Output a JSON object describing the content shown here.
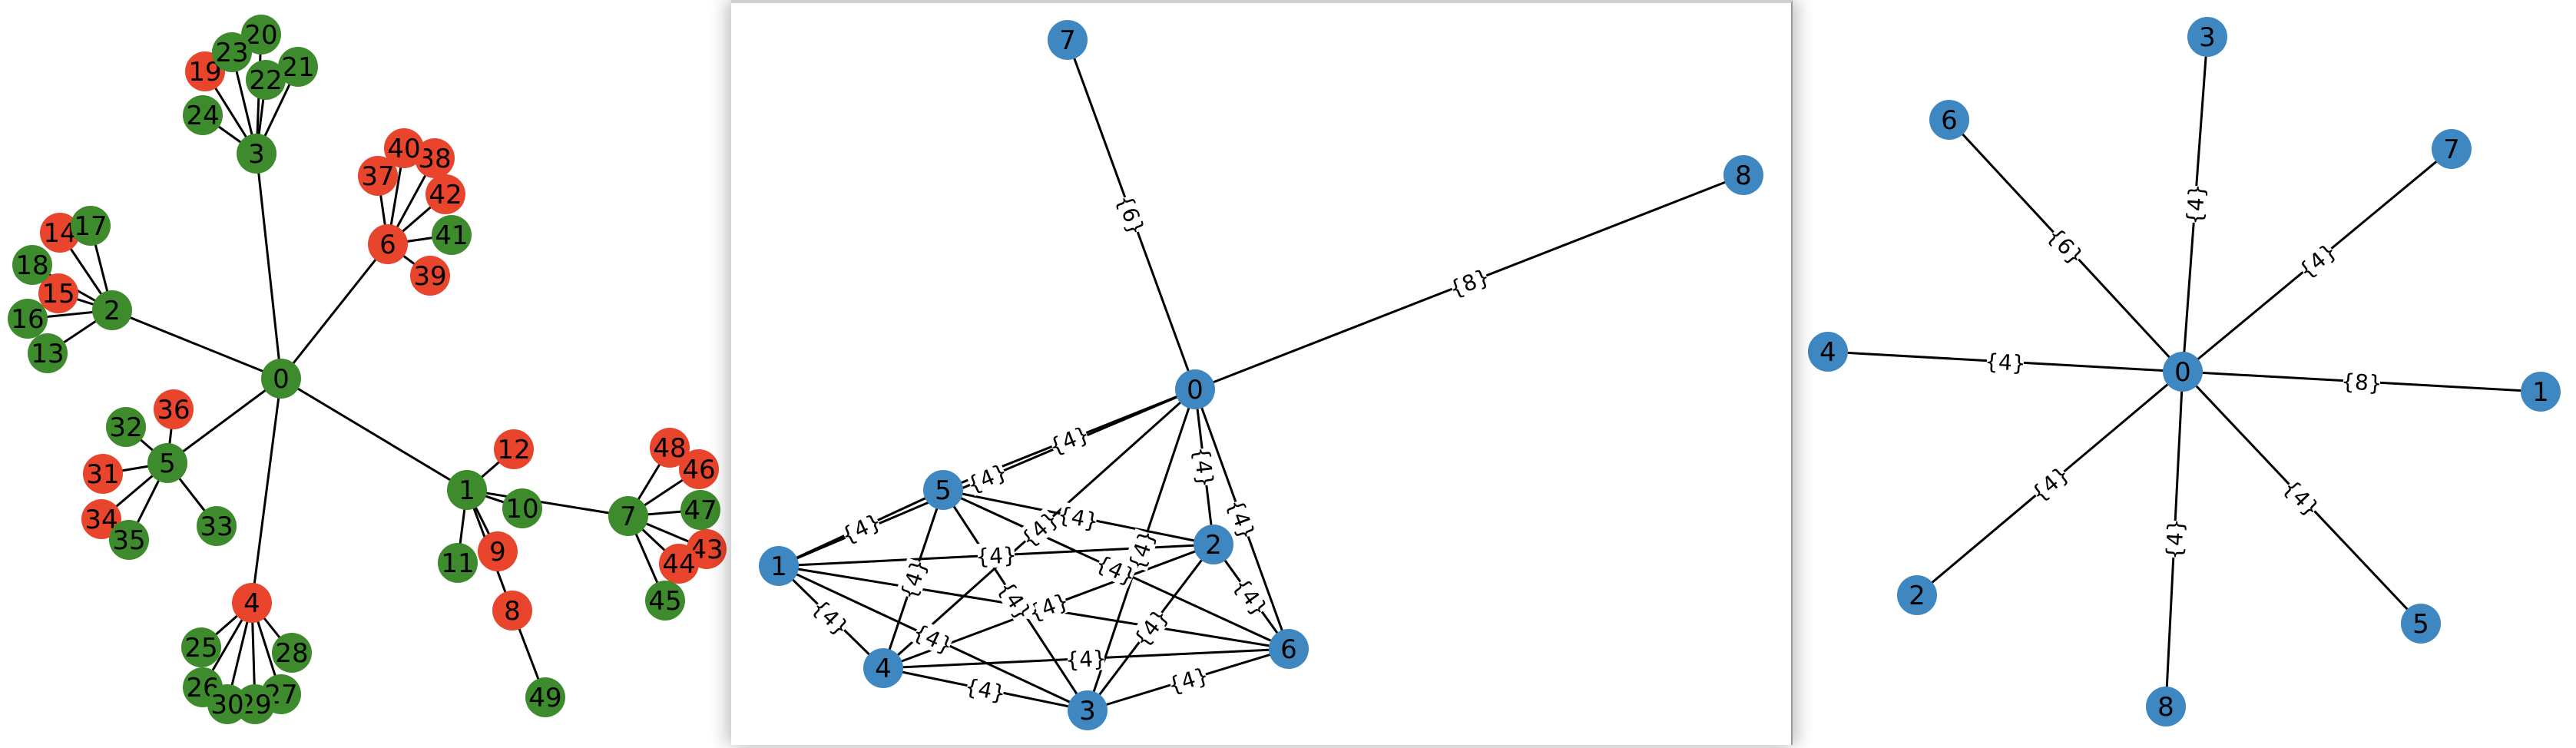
{
  "colors": {
    "green": "#3d8b2c",
    "red": "#e8452c",
    "blue": "#3f87c0"
  },
  "left_graph": {
    "nodes": [
      {
        "id": "0",
        "color": "green"
      },
      {
        "id": "1",
        "color": "green"
      },
      {
        "id": "2",
        "color": "green"
      },
      {
        "id": "3",
        "color": "green"
      },
      {
        "id": "4",
        "color": "red"
      },
      {
        "id": "5",
        "color": "green"
      },
      {
        "id": "6",
        "color": "red"
      },
      {
        "id": "7",
        "color": "green"
      },
      {
        "id": "8",
        "color": "red"
      },
      {
        "id": "9",
        "color": "red"
      },
      {
        "id": "10",
        "color": "green"
      },
      {
        "id": "11",
        "color": "green"
      },
      {
        "id": "12",
        "color": "red"
      },
      {
        "id": "13",
        "color": "green"
      },
      {
        "id": "14",
        "color": "red"
      },
      {
        "id": "15",
        "color": "red"
      },
      {
        "id": "16",
        "color": "green"
      },
      {
        "id": "17",
        "color": "green"
      },
      {
        "id": "18",
        "color": "green"
      },
      {
        "id": "19",
        "color": "red"
      },
      {
        "id": "20",
        "color": "green"
      },
      {
        "id": "21",
        "color": "green"
      },
      {
        "id": "22",
        "color": "green"
      },
      {
        "id": "23",
        "color": "green"
      },
      {
        "id": "24",
        "color": "green"
      },
      {
        "id": "25",
        "color": "green"
      },
      {
        "id": "26",
        "color": "green"
      },
      {
        "id": "27",
        "color": "green"
      },
      {
        "id": "28",
        "color": "green"
      },
      {
        "id": "29",
        "color": "green"
      },
      {
        "id": "30",
        "color": "green"
      },
      {
        "id": "31",
        "color": "red"
      },
      {
        "id": "32",
        "color": "green"
      },
      {
        "id": "33",
        "color": "green"
      },
      {
        "id": "34",
        "color": "red"
      },
      {
        "id": "35",
        "color": "green"
      },
      {
        "id": "36",
        "color": "red"
      },
      {
        "id": "37",
        "color": "red"
      },
      {
        "id": "38",
        "color": "red"
      },
      {
        "id": "39",
        "color": "red"
      },
      {
        "id": "40",
        "color": "red"
      },
      {
        "id": "41",
        "color": "green"
      },
      {
        "id": "42",
        "color": "red"
      },
      {
        "id": "43",
        "color": "red"
      },
      {
        "id": "44",
        "color": "red"
      },
      {
        "id": "45",
        "color": "green"
      },
      {
        "id": "46",
        "color": "red"
      },
      {
        "id": "47",
        "color": "green"
      },
      {
        "id": "48",
        "color": "red"
      },
      {
        "id": "49",
        "color": "green"
      }
    ],
    "edges": [
      [
        "0",
        "1"
      ],
      [
        "0",
        "2"
      ],
      [
        "0",
        "3"
      ],
      [
        "0",
        "4"
      ],
      [
        "0",
        "5"
      ],
      [
        "0",
        "6"
      ],
      [
        "1",
        "7"
      ],
      [
        "1",
        "8"
      ],
      [
        "1",
        "9"
      ],
      [
        "1",
        "10"
      ],
      [
        "1",
        "11"
      ],
      [
        "1",
        "12"
      ],
      [
        "2",
        "13"
      ],
      [
        "2",
        "14"
      ],
      [
        "2",
        "15"
      ],
      [
        "2",
        "16"
      ],
      [
        "2",
        "17"
      ],
      [
        "2",
        "18"
      ],
      [
        "3",
        "19"
      ],
      [
        "3",
        "20"
      ],
      [
        "3",
        "21"
      ],
      [
        "3",
        "22"
      ],
      [
        "3",
        "23"
      ],
      [
        "3",
        "24"
      ],
      [
        "4",
        "25"
      ],
      [
        "4",
        "26"
      ],
      [
        "4",
        "27"
      ],
      [
        "4",
        "28"
      ],
      [
        "4",
        "29"
      ],
      [
        "4",
        "30"
      ],
      [
        "5",
        "31"
      ],
      [
        "5",
        "32"
      ],
      [
        "5",
        "33"
      ],
      [
        "5",
        "34"
      ],
      [
        "5",
        "35"
      ],
      [
        "5",
        "36"
      ],
      [
        "6",
        "37"
      ],
      [
        "6",
        "38"
      ],
      [
        "6",
        "39"
      ],
      [
        "6",
        "40"
      ],
      [
        "6",
        "41"
      ],
      [
        "6",
        "42"
      ],
      [
        "7",
        "43"
      ],
      [
        "7",
        "44"
      ],
      [
        "7",
        "45"
      ],
      [
        "7",
        "46"
      ],
      [
        "7",
        "47"
      ],
      [
        "7",
        "48"
      ],
      [
        "8",
        "49"
      ]
    ]
  },
  "middle_graph": {
    "nodes": [
      "0",
      "1",
      "2",
      "3",
      "4",
      "5",
      "6",
      "7",
      "8"
    ],
    "edges": [
      [
        "0",
        "7",
        "{6}"
      ],
      [
        "0",
        "8",
        "{8}"
      ],
      [
        "0",
        "1",
        "{4}"
      ],
      [
        "0",
        "2",
        "{4}"
      ],
      [
        "0",
        "3",
        "{4}"
      ],
      [
        "0",
        "4",
        "{4}"
      ],
      [
        "0",
        "5",
        "{4}"
      ],
      [
        "0",
        "6",
        "{4}"
      ],
      [
        "1",
        "2",
        "{4}"
      ],
      [
        "1",
        "3",
        "{4}"
      ],
      [
        "1",
        "4",
        "{4}"
      ],
      [
        "1",
        "5",
        "{4}"
      ],
      [
        "1",
        "6",
        "{4}"
      ],
      [
        "2",
        "3",
        "{4}"
      ],
      [
        "2",
        "4",
        "{4}"
      ],
      [
        "2",
        "5",
        "{4}"
      ],
      [
        "2",
        "6",
        "{4}"
      ],
      [
        "3",
        "4",
        "{4}"
      ],
      [
        "3",
        "5",
        "{4}"
      ],
      [
        "3",
        "6",
        "{4}"
      ],
      [
        "4",
        "5",
        "{4}"
      ],
      [
        "4",
        "6",
        "{4}"
      ],
      [
        "5",
        "6",
        "{4}"
      ]
    ]
  },
  "right_graph": {
    "nodes": [
      "0",
      "1",
      "2",
      "3",
      "4",
      "5",
      "6",
      "7",
      "8"
    ],
    "edges": [
      [
        "0",
        "1",
        "{8}"
      ],
      [
        "0",
        "2",
        "{4}"
      ],
      [
        "0",
        "3",
        "{4}"
      ],
      [
        "0",
        "4",
        "{4}"
      ],
      [
        "0",
        "5",
        "{4}"
      ],
      [
        "0",
        "6",
        "{6}"
      ],
      [
        "0",
        "7",
        "{4}"
      ],
      [
        "0",
        "8",
        "{4}"
      ]
    ]
  }
}
